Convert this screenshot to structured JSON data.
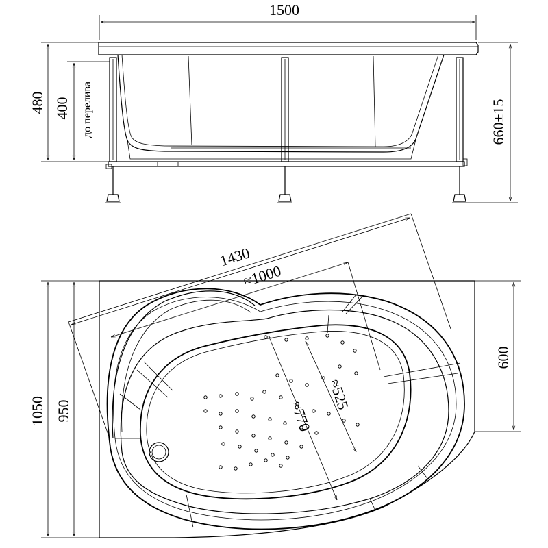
{
  "side_view": {
    "width_label": "1500",
    "total_height_label": "480",
    "overflow_height_label": "400",
    "overflow_caption": "до перелива",
    "leg_height_label": "660±15"
  },
  "top_view": {
    "diagonal_label": "1430",
    "inner_length_label": "≈1000",
    "inner_width_label": "≈525",
    "inner_depth_label": "≈770",
    "total_depth_label": "1050",
    "inner_depth_side_label": "950",
    "short_side_label": "600"
  }
}
